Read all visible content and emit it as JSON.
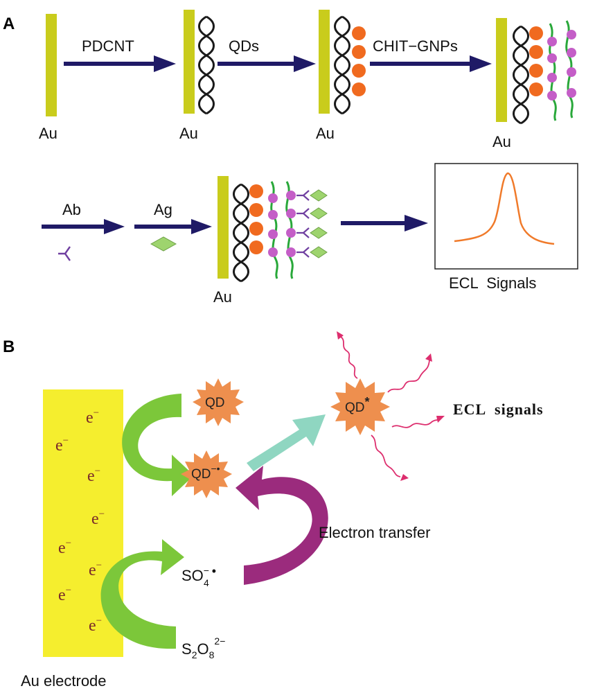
{
  "panel_a": {
    "label": "A",
    "au": "Au",
    "step_labels": [
      "PDCNT",
      "QDs",
      "CHIT−GNPs"
    ],
    "ab_label": "Ab",
    "ag_label": "Ag",
    "ecl_caption": "ECL  Signals",
    "colors": {
      "electrode": "#c9cc1c",
      "arrow": "#1f1a66",
      "qd": "#f06a1f",
      "gnp": "#c45ec7",
      "chitosan": "#29a83a",
      "antibody": "#6f3fa0",
      "antigen": "#8fd05a",
      "peak": "#f07a2a"
    }
  },
  "panel_b": {
    "label": "B",
    "electron": "e",
    "qd": "QD",
    "qd_anion": "QD",
    "qd_excited": "QD",
    "ecl_signals": "ECL  signals",
    "electron_transfer": "Electron transfer",
    "electrode_caption": "Au electrode",
    "colors": {
      "electrode": "#f5ee2e",
      "star": "#ee8f4e",
      "green_arrow": "#7cc73a",
      "teal_arrow": "#8fd6c1",
      "purple_arrow": "#9b2b7d",
      "wave": "#dd2e6e"
    }
  }
}
